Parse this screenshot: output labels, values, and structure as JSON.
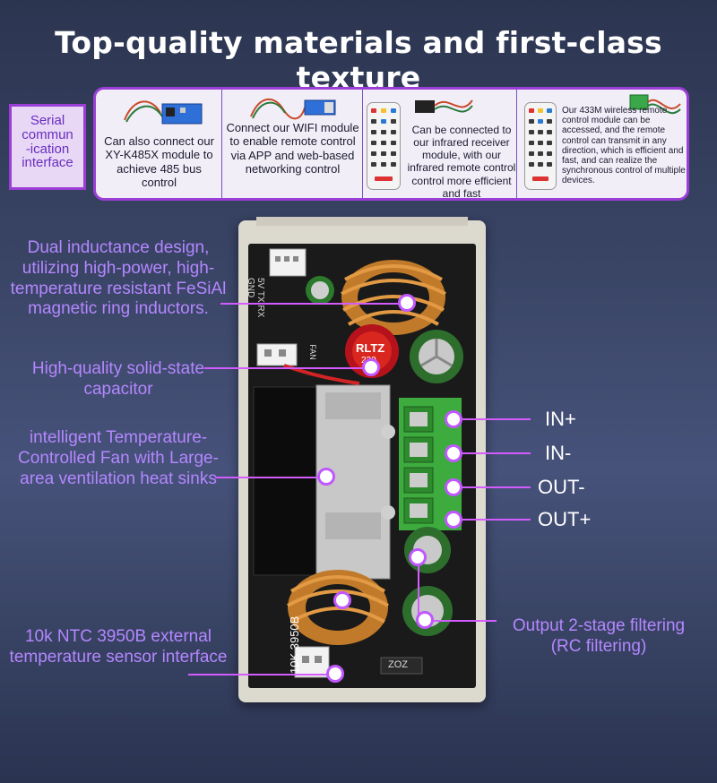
{
  "title": "Top-quality materials and first-class texture",
  "serial_label": "Serial commun -ication interface",
  "serial_lines": [
    "Serial",
    "commun",
    "-ication",
    "interface"
  ],
  "modules": [
    {
      "text": "Can also connect our XY-K485X module to achieve 485 bus control"
    },
    {
      "text": "Connect our WIFI module to enable remote control via APP and web-based networking control"
    },
    {
      "text": "Can be connected to our infrared receiver module, with our infrared remote control control more efficient and fast"
    },
    {
      "text": "Our 433M wireless remote control module can be accessed, and the remote control can transmit in any direction, which is efficient and fast, and can realize the synchronous control of multiple devices."
    }
  ],
  "features": {
    "inductance": "Dual inductance design, utilizing high-power, high-temperature resistant FeSiAl magnetic ring inductors.",
    "capacitor": "High-quality solid-state capacitor",
    "fan": "intelligent Temperature-Controlled Fan with Large-area ventilation heat sinks",
    "ntc": "10k NTC 3950B external temperature sensor interface",
    "output": "Output 2-stage filtering (RC filtering)"
  },
  "terminals": [
    "IN+",
    "IN-",
    "OUT-",
    "OUT+"
  ],
  "board_text": {
    "pins": [
      "5V",
      "TX",
      "RX",
      "GND"
    ],
    "capacitor_brand": "RLTZ",
    "capacitor_value": "220",
    "ntc_marking": "10K 3950B",
    "fan_marking": "FAN",
    "diode_marking": "ZOZ"
  },
  "colors": {
    "accent": "#c057ff",
    "label": "#b487ff",
    "terminal_block": "#3dab3d"
  }
}
